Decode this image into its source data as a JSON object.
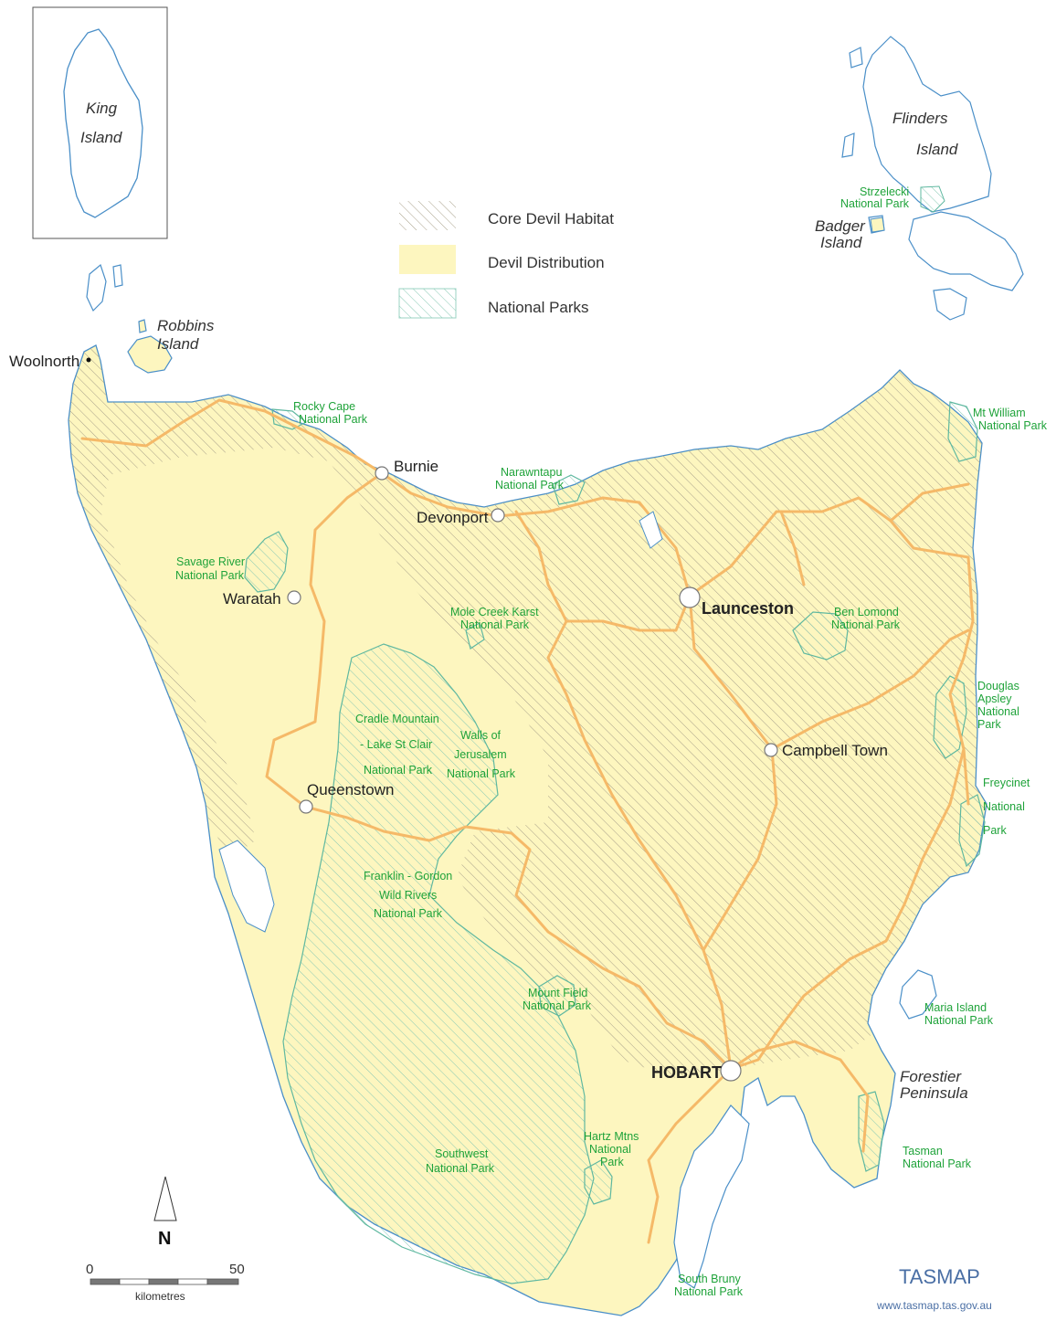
{
  "legend": {
    "core_habitat": "Core Devil Habitat",
    "distribution": "Devil Distribution",
    "national_parks": "National Parks"
  },
  "colors": {
    "distribution_fill": "#fdf8c2",
    "coast": "#4a8fc8",
    "road": "#f5b968",
    "park_line": "#5fb8a0",
    "park_text": "#1fa33a",
    "hatch_core": "#9b9b9b"
  },
  "islands": {
    "king_1": "King",
    "king_2": "Island",
    "flinders_1": "Flinders",
    "flinders_2": "Island",
    "badger_1": "Badger",
    "badger_2": "Island",
    "robbins_1": "Robbins",
    "robbins_2": "Island",
    "forestier_1": "Forestier",
    "forestier_2": "Peninsula"
  },
  "cities": {
    "woolnorth": "Woolnorth",
    "burnie": "Burnie",
    "devonport": "Devonport",
    "waratah": "Waratah",
    "launceston": "Launceston",
    "campbell_town": "Campbell Town",
    "queenstown": "Queenstown",
    "hobart": "HOBART"
  },
  "parks": {
    "strzelecki_1": "Strzelecki",
    "strzelecki_2": "National Park",
    "rocky_cape_1": "Rocky Cape",
    "rocky_cape_2": "National  Park",
    "narawntapu_1": "Narawntapu",
    "narawntapu_2": "National Park",
    "mt_william_1": "Mt William",
    "mt_william_2": "National Park",
    "savage_river_1": "Savage River",
    "savage_river_2": "National Park",
    "mole_creek_1": "Mole Creek Karst",
    "mole_creek_2": "National Park",
    "ben_lomond_1": "Ben Lomond",
    "ben_lomond_2": "National Park",
    "douglas_1": "Douglas",
    "douglas_2": "Apsley",
    "douglas_3": "National",
    "douglas_4": "Park",
    "cradle_1": "Cradle Mountain",
    "cradle_2": "- Lake St Clair",
    "cradle_3": "National Park",
    "walls_1": "Walls of",
    "walls_2": "Jerusalem",
    "walls_3": "National Park",
    "freycinet_1": "Freycinet",
    "freycinet_2": "National",
    "freycinet_3": "Park",
    "franklin_1": "Franklin - Gordon",
    "franklin_2": "Wild Rivers",
    "franklin_3": "National Park",
    "mount_field_1": "Mount Field",
    "mount_field_2": "National Park",
    "maria_1": "Maria Island",
    "maria_2": "National Park",
    "southwest_1": "Southwest",
    "southwest_2": "National  Park",
    "hartz_1": "Hartz Mtns",
    "hartz_2": "National",
    "hartz_3": "Park",
    "tasman_1": "Tasman",
    "tasman_2": "National Park",
    "south_bruny_1": "South Bruny",
    "south_bruny_2": "National Park"
  },
  "scale": {
    "start": "0",
    "end": "50",
    "unit": "kilometres"
  },
  "north": "N",
  "brand": {
    "name": "TASMAP",
    "url": "www.tasmap.tas.gov.au"
  }
}
